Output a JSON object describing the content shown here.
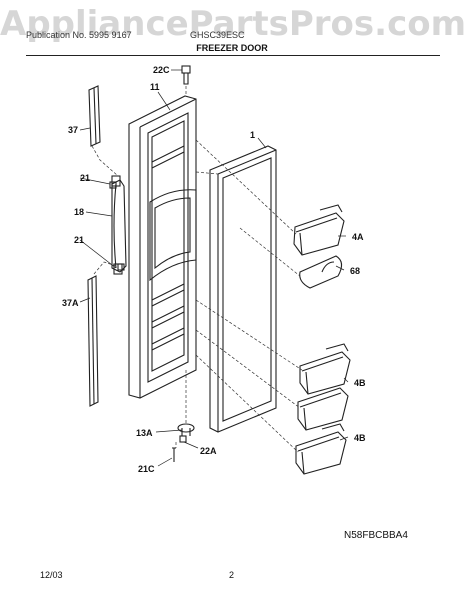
{
  "watermark": "AppliancePartsPros.com",
  "header": {
    "publication": "Publication No. 5995 9167",
    "model": "GHSC39ESC"
  },
  "title": "FREEZER DOOR",
  "callouts": {
    "c22C": "22C",
    "c11": "11",
    "c1": "1",
    "c37": "37",
    "c21a": "21",
    "c18": "18",
    "c21b": "21",
    "c37A": "37A",
    "c4A": "4A",
    "c68": "68",
    "c4Ba": "4B",
    "c4Bb": "4B",
    "c13A": "13A",
    "c22A": "22A",
    "c21C": "21C"
  },
  "doc_id": "N58FBCBBA4",
  "footer": {
    "date": "12/03",
    "page": "2"
  }
}
